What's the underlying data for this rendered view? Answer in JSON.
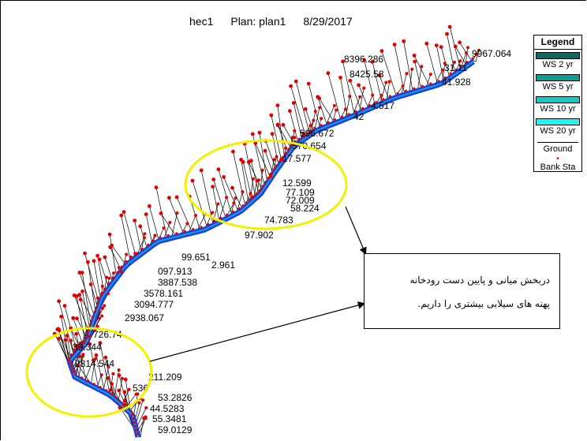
{
  "header": {
    "project": "hec1",
    "plan": "Plan: plan1",
    "date": "8/29/2017"
  },
  "legend": {
    "title": "Legend",
    "items": [
      {
        "label": "WS 2 yr",
        "color": "#0a6a61"
      },
      {
        "label": "WS 5 yr",
        "color": "#109e92"
      },
      {
        "label": "WS 10 yr",
        "color": "#16c9c4"
      },
      {
        "label": "WS 20 yr",
        "color": "#27f2f2"
      },
      {
        "label": "Ground",
        "color": "#000000"
      },
      {
        "label": "Bank Sta",
        "color": "#e00000"
      }
    ]
  },
  "note": {
    "line1": "دربخش میانی و پایین دست رودخانه",
    "line2": "پهنه های سیلابی بیشتری را داریم."
  },
  "chart_data": {
    "type": "scatter",
    "description_of_view": "HEC-RAS XYZ perspective plot",
    "station_labels": [
      "9967.064",
      "8396.286",
      "8425.58",
      "31.11",
      "41.928",
      "4.517",
      "42",
      "596.672",
      "570.654",
      "17.577",
      "12.599",
      "77.109",
      "72.009",
      "58.224",
      "74.783",
      "97.902",
      "2.961",
      "99.651",
      "097.913",
      "3887.538",
      "3578.161",
      "3094.777",
      "2938.067",
      "726.74",
      "39.344",
      "2814.544",
      "211.209",
      "536",
      "53.2826",
      "44.5283",
      "55.3481",
      "59.0129"
    ],
    "highlight_ellipses": 2,
    "colors": {
      "ground": "#000000",
      "bank_station": "#e00000",
      "water_surface": "#1a3ee8",
      "highlight": "#f2f200"
    }
  }
}
